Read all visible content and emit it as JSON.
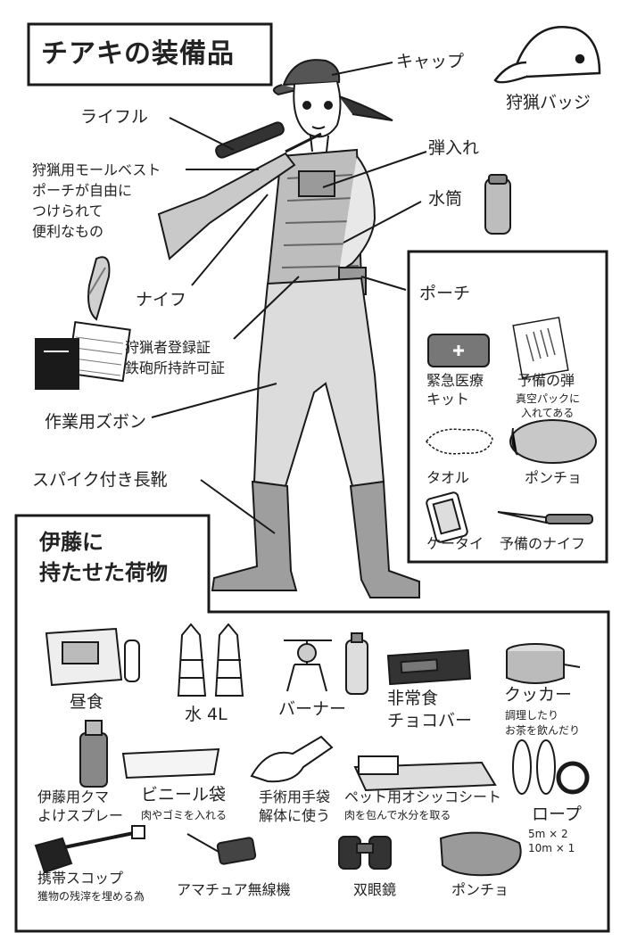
{
  "title": "チアキの装備品",
  "character_labels": {
    "cap": "キャップ",
    "hunting_badge": "狩猟バッジ",
    "rifle": "ライフル",
    "vest_1": "狩猟用モールベスト",
    "vest_2": "ポーチが自由に",
    "vest_3": "つけられて",
    "vest_4": "便利なもの",
    "ammo_case": "弾入れ",
    "canteen": "水筒",
    "knife": "ナイフ",
    "license_1": "狩猟者登録証",
    "license_2": "鉄砲所持許可証",
    "pants": "作業用ズボン",
    "boots": "スパイク付き長靴"
  },
  "pouch": {
    "title": "ポーチ",
    "first_aid_1": "緊急医療",
    "first_aid_2": "キット",
    "spare_ammo": "予備の弾",
    "spare_ammo_note_1": "真空パックに",
    "spare_ammo_note_2": "入れてある",
    "towel": "タオル",
    "poncho": "ポンチョ",
    "phone": "ケータイ",
    "spare_knife": "予備のナイフ"
  },
  "ito": {
    "title_1": "伊藤に",
    "title_2": "持たせた荷物",
    "lunch": "昼食",
    "water": "水 4L",
    "burner": "バーナー",
    "ration_1": "非常食",
    "ration_2": "チョコバー",
    "cooker": "クッカー",
    "cooker_note_1": "調理したり",
    "cooker_note_2": "お茶を飲んだり",
    "bear_spray_1": "伊藤用クマ",
    "bear_spray_2": "よけスプレー",
    "vinyl_bag": "ビニール袋",
    "vinyl_bag_note": "肉やゴミを入れる",
    "gloves_1": "手術用手袋",
    "gloves_2": "解体に使う",
    "pet_sheet": "ペット用オシッコシート",
    "pet_sheet_note": "肉を包んで水分を取る",
    "rope": "ロープ",
    "rope_note_1": "5m × 2",
    "rope_note_2": "10m × 1",
    "shovel": "携帯スコップ",
    "shovel_note": "獲物の残滓を埋める為",
    "radio": "アマチュア無線機",
    "binoculars": "双眼鏡",
    "poncho": "ポンチョ"
  },
  "icons": [
    "cap-icon",
    "rifle-icon",
    "knife-icon",
    "license-card-icon",
    "canteen-icon",
    "first-aid-kit-icon",
    "ammo-pack-icon",
    "towel-icon",
    "poncho-icon",
    "phone-icon",
    "spare-knife-icon",
    "lunch-box-icon",
    "water-bottle-icon",
    "burner-icon",
    "gas-can-icon",
    "chocolate-bar-icon",
    "cooker-icon",
    "spray-can-icon",
    "vinyl-bag-icon",
    "gloves-icon",
    "pet-sheet-icon",
    "rope-icon",
    "shovel-icon",
    "radio-icon",
    "binoculars-icon",
    "poncho-bag-icon"
  ],
  "colors": {
    "ink": "#1a1a1a",
    "paper": "#ffffff",
    "tone": "#8a8a8a"
  }
}
